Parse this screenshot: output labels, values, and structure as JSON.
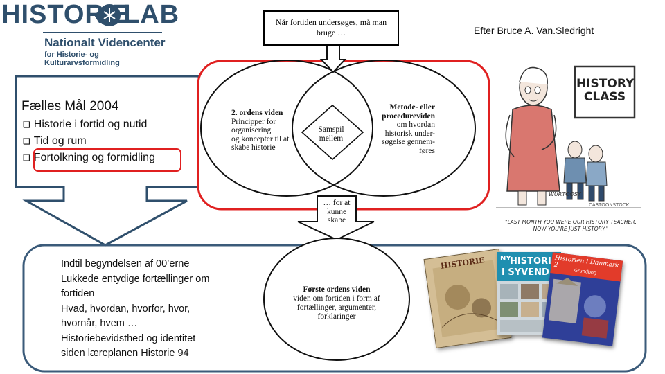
{
  "logo": {
    "word_left": "HISTORIE",
    "word_right": "LAB",
    "subtitle": "Nationalt Videncenter",
    "tagline": "for Historie- og Kulturarvsformidling",
    "color": "#2f4f6c"
  },
  "top_box": {
    "text_line1": "Når fortiden undersøges, må man",
    "text_line2": "bruge …"
  },
  "credit": "Efter Bruce A. Van.Sledright",
  "faelles_maal": {
    "title": "Fælles Mål 2004",
    "items": [
      "Historie i fortid og nutid",
      "Tid og rum",
      "Fortolkning og formidling"
    ],
    "bullet_icon": "checkbox-square-icon"
  },
  "venn": {
    "left": {
      "title": "2. ordens viden",
      "lines": [
        "Principper for",
        "organisering",
        "og koncepter til at",
        "skabe historie"
      ]
    },
    "center": {
      "lines": [
        "Samspil",
        "mellem"
      ]
    },
    "right": {
      "title_lines": [
        "Metode- eller",
        "procedureviden"
      ],
      "lines": [
        "om hvordan",
        "historisk under-",
        "søgelse gennem-",
        "føres"
      ]
    }
  },
  "arrow_text": [
    "… for at",
    "kunne",
    "skabe"
  ],
  "first_order": {
    "title": "Første ordens viden",
    "lines": [
      "viden om fortiden i form af",
      "fortællinger, argumenter,",
      "forklaringer"
    ]
  },
  "bottom_text": [
    "Indtil begyndelsen af 00’erne",
    "Lukkede entydige fortællinger om",
    "fortiden",
    "Hvad, hvordan, hvorfor, hvor,",
    "hvornår, hvem …",
    "Historiebevidsthed og identitet",
    "siden læreplanen Historie 94"
  ],
  "cartoon": {
    "sign_line1": "HISTORY",
    "sign_line2": "CLASS",
    "caption_line1": "\"LAST MONTH YOU WERE OUR HISTORY TEACHER.",
    "caption_line2": "NOW YOU'RE JUST HISTORY.\"",
    "signature": "WURTOOSY",
    "watermark": "CARTOONSTOCK"
  },
  "books": {
    "book1_title": "HISTORIE",
    "book2_line1": "NY",
    "book2_line2": "HISTORIE",
    "book2_line3": "I SYVEND",
    "book3_title": "Historien i Danmark 2",
    "book3_sub": "Grundbog"
  },
  "colors": {
    "red_outline": "#e02020",
    "blue_outline": "#3b5b7a",
    "logo_blue": "#2f4f6c"
  }
}
